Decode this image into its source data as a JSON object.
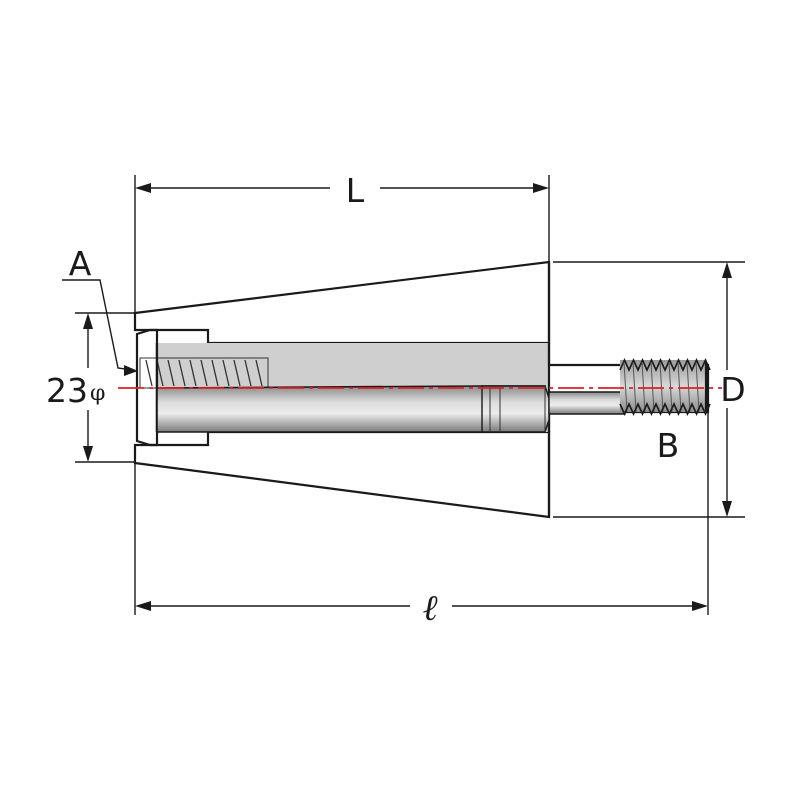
{
  "labels": {
    "L": "L",
    "A": "A",
    "diameter_value": "23",
    "diameter_symbol": "φ",
    "D": "D",
    "B": "B",
    "ell": "ℓ"
  },
  "colors": {
    "centerline": "#e02020",
    "line": "#1a1a1a",
    "body_fill": "#d4d4d4",
    "bolt_fill": "#b8b8b8"
  }
}
